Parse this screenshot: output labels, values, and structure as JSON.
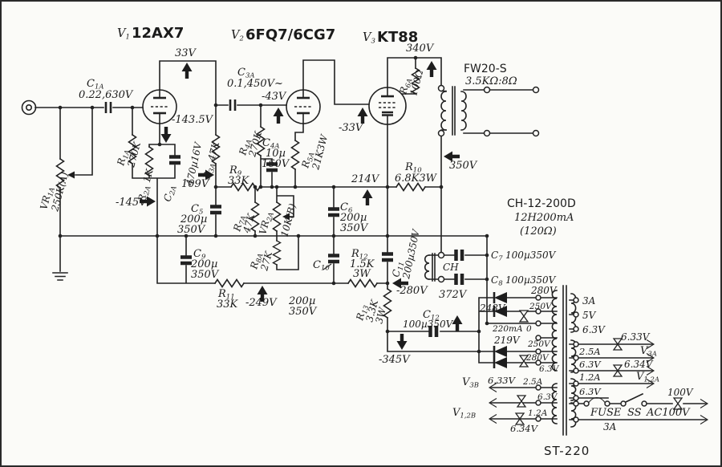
{
  "tubes": {
    "v1": {
      "ref": "V",
      "sub": "1",
      "type": "12AX7"
    },
    "v2": {
      "ref": "V",
      "sub": "2",
      "type": "6FQ7/6CG7"
    },
    "v3": {
      "ref": "V",
      "sub": "3",
      "type": "KT88"
    }
  },
  "caps": {
    "c1a": {
      "ref": "C",
      "sub": "1A",
      "value": "0.22,630V"
    },
    "c2a": {
      "ref": "C",
      "sub": "2A",
      "value": "470µ16V"
    },
    "c3a": {
      "ref": "C",
      "sub": "3A",
      "value": "0.1,450V~"
    },
    "c4a": {
      "ref": "C",
      "sub": "4A",
      "value": "10µ",
      "value2": "160V"
    },
    "c5": {
      "ref": "C",
      "sub": "5",
      "value": "200µ",
      "value2": "350V"
    },
    "c6": {
      "ref": "C",
      "sub": "6",
      "value": "200µ",
      "value2": "350V"
    },
    "c7": {
      "ref": "C",
      "sub": "7",
      "value": "100µ350V"
    },
    "c8": {
      "ref": "C",
      "sub": "8",
      "value": "100µ350V"
    },
    "c9": {
      "ref": "C",
      "sub": "9",
      "value": "200µ",
      "value2": "350V"
    },
    "c10": {
      "ref": "C",
      "sub": "10",
      "value": "200µ",
      "value2": "350V"
    },
    "c11": {
      "ref": "C",
      "sub": "11",
      "value": "200µ350V"
    },
    "c12": {
      "ref": "C",
      "sub": "12",
      "value": "100µ350V"
    }
  },
  "resistors": {
    "r1a": {
      "ref": "R",
      "sub": "1A",
      "value": "270K"
    },
    "r2a": {
      "ref": "R",
      "sub": "2A",
      "value": "1K"
    },
    "r3a": {
      "ref": "R",
      "sub": "3A",
      "value": "47K"
    },
    "r4a": {
      "ref": "R",
      "sub": "4A",
      "value": "270K"
    },
    "r5a": {
      "ref": "R",
      "sub": "5A",
      "value": "21K3W"
    },
    "r6a": {
      "ref": "R",
      "sub": "6A",
      "value": "100Ω"
    },
    "r7a": {
      "ref": "R",
      "sub": "7A",
      "value": "47K"
    },
    "r8a": {
      "ref": "R",
      "sub": "8A",
      "value": "27K"
    },
    "r9": {
      "ref": "R",
      "sub": "9",
      "value": "33K"
    },
    "r10": {
      "ref": "R",
      "sub": "10",
      "value": "6.8K3W"
    },
    "r11": {
      "ref": "R",
      "sub": "11",
      "value": "33K"
    },
    "r12": {
      "ref": "R",
      "sub": "12",
      "value": "1.5K",
      "value2": "3W"
    },
    "r13": {
      "ref": "R",
      "sub": "13",
      "value": "3.3K",
      "value2": "3W"
    }
  },
  "pots": {
    "vr1a": {
      "ref": "VR",
      "sub": "1A",
      "value": "250K(A)"
    },
    "vr2a": {
      "ref": "VR",
      "sub": "2A",
      "value": "10K(B)"
    }
  },
  "test_points": {
    "p33": "33V",
    "p340": "340V",
    "m43": "-43V",
    "m33": "-33V",
    "m1435": "-143.5V",
    "p109": "109V",
    "m145": "-145V",
    "p214": "214V",
    "p350": "350V",
    "m249": "-249V",
    "m280": "-280V",
    "p372": "372V",
    "m345": "-345V",
    "p248": "248V",
    "p219": "219V",
    "p280": "280V"
  },
  "opt": {
    "model": "FW20-S",
    "spec": "3.5KΩ:8Ω"
  },
  "choke": {
    "model": "CH-12-200D",
    "spec": "12H200mA",
    "imp": "(120Ω)",
    "label": "CH"
  },
  "psu": {
    "model": "ST-220",
    "hv_taps": [
      "250V",
      "0",
      "250V",
      "280V",
      "6.3V"
    ],
    "ct_current": "220mA",
    "left": {
      "v633": "6.33V",
      "a25": "2.5A",
      "v63": "6.3V",
      "a12": "1.2A",
      "v634": "6.34V",
      "v3b": {
        "ref": "V",
        "sub": "3B"
      },
      "v12b": {
        "ref": "V",
        "sub": "1,2B"
      }
    },
    "right": {
      "a3": "3A",
      "v5": "5V",
      "v63a": "6.3V",
      "v633": "6.33V",
      "a25": "2.5A",
      "v3a": {
        "ref": "V",
        "sub": "3A"
      },
      "v63b": "6.3V",
      "v634": "6.34V",
      "a12": "1.2A",
      "v12a": {
        "ref": "V",
        "sub": "1,2A"
      },
      "v63c": "6.3V",
      "v100": "100V",
      "fuse": "FUSE",
      "ss": "SS",
      "ac": "AC100V",
      "a3b": "3A"
    }
  }
}
